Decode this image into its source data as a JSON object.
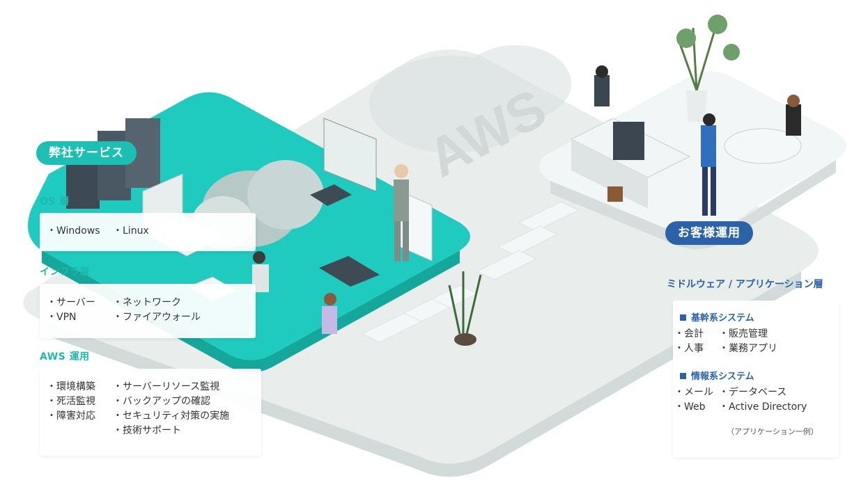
{
  "platform_label": "AWS",
  "company": {
    "badge": "弊社サービス",
    "os_layer": {
      "title": "OS 層",
      "col1": [
        "Windows"
      ],
      "col2": [
        "Linux"
      ]
    },
    "infra_layer": {
      "title": "インフラ層",
      "col1": [
        "サーバー",
        "VPN"
      ],
      "col2": [
        "ネットワーク",
        "ファイアウォール"
      ]
    },
    "aws_ops": {
      "title": "AWS 運用",
      "col1": [
        "環境構築",
        "死活監視",
        "障害対応"
      ],
      "col2": [
        "サーバーリソース監視",
        "バックアップの確認",
        "セキュリティ対策の実施",
        "技術サポート"
      ]
    }
  },
  "customer": {
    "badge": "お客様運用",
    "layer_title": "ミドルウェア / アプリケーション層",
    "core": {
      "title": "基幹系システム",
      "col1": [
        "会計",
        "人事"
      ],
      "col2": [
        "販売管理",
        "業務アプリ"
      ]
    },
    "info": {
      "title": "情報系システム",
      "col1": [
        "メール",
        "Web"
      ],
      "col2": [
        "データベース",
        "Active Directory"
      ]
    },
    "note": "（アプリケーション一例）"
  },
  "colors": {
    "teal": "#1bbfb3",
    "blue": "#2c63a8",
    "platform": "#e6ebea"
  }
}
